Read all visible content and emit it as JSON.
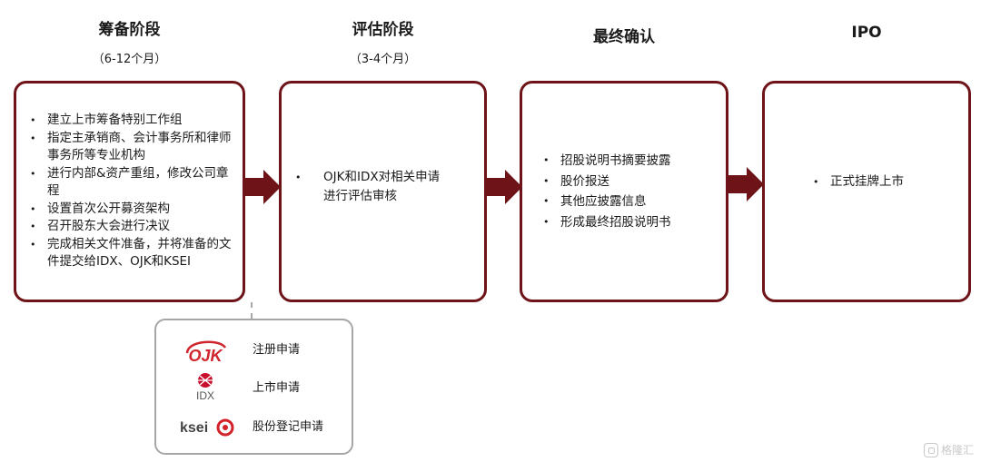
{
  "stages": [
    {
      "title": "筹备阶段",
      "subtitle": "（6-12个月）",
      "items": [
        "建立上市筹备特别工作组",
        "指定主承销商、会计事务所和律师事务所等专业机构",
        "进行内部&资产重组，修改公司章程",
        "设置首次公开募资架构",
        "召开股东大会进行决议",
        "完成相关文件准备，并将准备的文件提交给IDX、OJK和KSEI"
      ]
    },
    {
      "title": "评估阶段",
      "subtitle": "（3-4个月）",
      "items": [
        "OJK和IDX对相关申请进行评估审核"
      ]
    },
    {
      "title": "最终确认",
      "subtitle": "",
      "items": [
        "招股说明书摘要披露",
        "股价报送",
        "其他应披露信息",
        "形成最终招股说明书"
      ]
    },
    {
      "title": "IPO",
      "subtitle": "",
      "items": [
        "正式挂牌上市"
      ]
    }
  ],
  "legend": [
    {
      "logo": "ojk-logo",
      "logo_text": "OJK",
      "label": "注册申请"
    },
    {
      "logo": "idx-logo",
      "logo_text": "IDX",
      "label": "上市申请"
    },
    {
      "logo": "ksei-logo",
      "logo_text": "ksei",
      "label": "股份登记申请"
    }
  ],
  "watermark": {
    "text": "格隆汇",
    "icon": "brand-square-icon"
  },
  "colors": {
    "box_border": "#6e1418",
    "arrow": "#6e1418",
    "legend_border": "#a6a6a6",
    "ojk_red": "#d0262e",
    "idx_red": "#c8102e",
    "ksei_red": "#d2232a"
  }
}
